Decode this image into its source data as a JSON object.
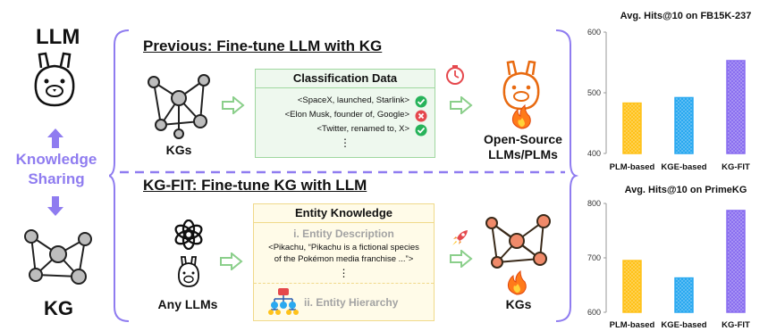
{
  "left": {
    "llm_title": "LLM",
    "sharing_line1": "Knowledge",
    "sharing_line2": "Sharing",
    "kg_title": "KG"
  },
  "previous": {
    "title": "Previous: Fine-tune LLM with KG",
    "kgs_label": "KGs",
    "box_title": "Classification Data",
    "rows": [
      {
        "text": "<SpaceX, launched, Starlink>",
        "status": "correct"
      },
      {
        "text": "<Elon Musk, founder of, Google>",
        "status": "wrong"
      },
      {
        "text": "<Twitter, renamed to, X>",
        "status": "correct"
      }
    ],
    "ellipsis": "⋮",
    "output_line1": "Open-Source",
    "output_line2": "LLMs/PLMs"
  },
  "kgfit": {
    "title": "KG-FIT: Fine-tune KG with LLM",
    "input_label": "Any LLMs",
    "box_title": "Entity Knowledge",
    "desc_title": "i. Entity Description",
    "desc_line1": "<Pikachu, “Pikachu is a fictional species",
    "desc_line2": "of the Pokémon media franchise ...”>",
    "ellipsis": "⋮",
    "hier_title": "ii. Entity Hierarchy",
    "output_label": "KGs"
  },
  "colors": {
    "accent": "#8f7cf0",
    "green_border": "#9fd79f",
    "yellow_border": "#f0d98a",
    "red": "#e5484d",
    "fire": "#ff7a1a"
  },
  "chart_data": [
    {
      "type": "bar",
      "title": "Avg. Hits@10 on FB15K-237",
      "categories": [
        "PLM-based",
        "KGE-based",
        "KG-FIT"
      ],
      "values": [
        483,
        492,
        553
      ],
      "ylim": [
        400,
        600
      ],
      "ticks": [
        400,
        500,
        600
      ],
      "colors": [
        "#ffc21a",
        "#2aa9f0",
        "#8a6ff0"
      ]
    },
    {
      "type": "bar",
      "title": "Avg. Hits@10 on PrimeKG",
      "categories": [
        "PLM-based",
        "KGE-based",
        "KG-FIT"
      ],
      "values": [
        695,
        663,
        787
      ],
      "ylim": [
        600,
        800
      ],
      "ticks": [
        600,
        700,
        800
      ],
      "colors": [
        "#ffc21a",
        "#2aa9f0",
        "#8a6ff0"
      ]
    }
  ]
}
